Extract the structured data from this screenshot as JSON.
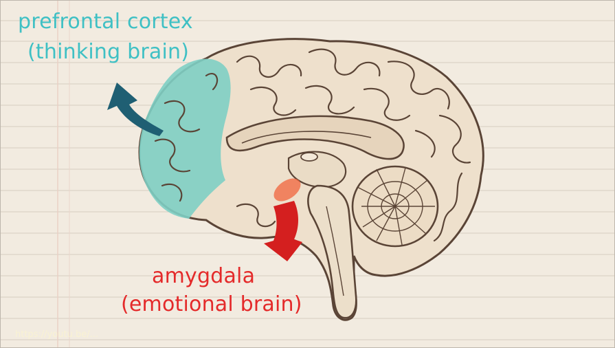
{
  "labels": {
    "prefrontal_line1": "prefrontal cortex",
    "prefrontal_line2": "(thinking brain)",
    "amygdala_line1": "amygdala",
    "amygdala_line2": "(emotional brain)"
  },
  "watermark": "https://youtu.be/...",
  "colors": {
    "prefrontal_highlight": "#7ecfc4",
    "prefrontal_label": "#3fc0c4",
    "prefrontal_arrow": "#1f5f73",
    "amygdala_label": "#e42a2a",
    "amygdala_arrow": "#d41f1f",
    "amygdala_highlight": "#f0643c",
    "paper": "#f1e9dc",
    "brain_fill": "#efe2cf",
    "ink": "#5a4436"
  }
}
